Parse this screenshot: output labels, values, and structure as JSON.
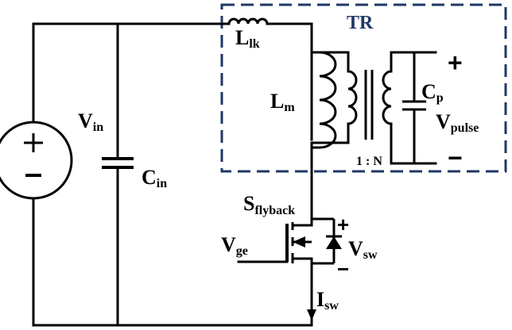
{
  "labels": {
    "vin": {
      "main": "V",
      "sub": "in"
    },
    "cin": {
      "main": "C",
      "sub": "in"
    },
    "llk": {
      "main": "L",
      "sub": "lk"
    },
    "lm": {
      "main": "L",
      "sub": "m"
    },
    "cp": {
      "main": "C",
      "sub": "p"
    },
    "vpulse": {
      "main": "V",
      "sub": "pulse"
    },
    "sflyback": {
      "main": "S",
      "sub": "flyback"
    },
    "vge": {
      "main": "V",
      "sub": "ge"
    },
    "vsw": {
      "main": "V",
      "sub": "sw"
    },
    "isw": {
      "main": "I",
      "sub": "sw"
    },
    "tr": "TR",
    "ratio": "1 : N",
    "plus": "+",
    "minus": "−"
  },
  "colors": {
    "wire": "#000000",
    "transformer_box": "#1f3864",
    "tr_label": "#1f3864"
  }
}
